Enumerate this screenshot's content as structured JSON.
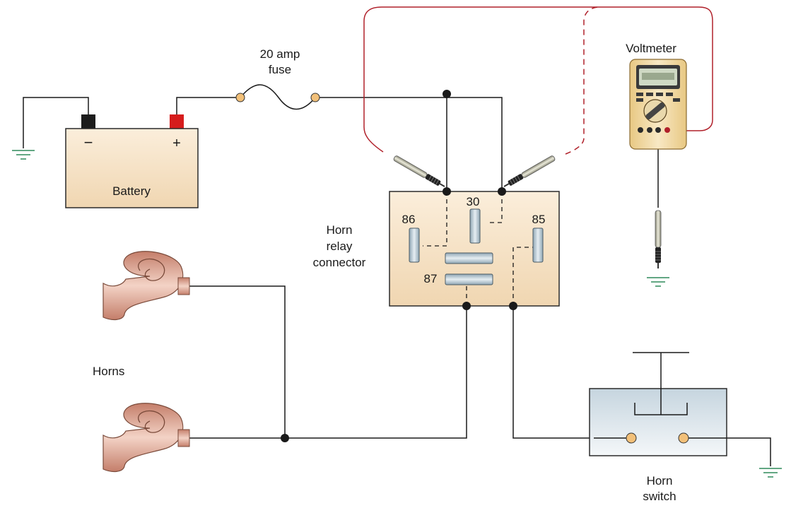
{
  "labels": {
    "fuse_line1": "20 amp",
    "fuse_line2": "fuse",
    "battery": "Battery",
    "battery_neg": "−",
    "battery_pos": "+",
    "voltmeter": "Voltmeter",
    "relay_line1": "Horn",
    "relay_line2": "relay",
    "relay_line3": "connector",
    "horns": "Horns",
    "switch_line1": "Horn",
    "switch_line2": "switch"
  },
  "relay_terminals": {
    "t30": "30",
    "t85": "85",
    "t86": "86",
    "t87": "87"
  },
  "colors": {
    "wire": "#1a1a1a",
    "test_lead": "#b0202a",
    "battery_body": "#f5e3c4",
    "relay_body": "#f5e3c4",
    "switch_body": "#dfe8ef",
    "horn": "#d9a08c",
    "meter_body": "#f0d9a2"
  },
  "icons": {
    "ground": "ground-symbol-icon",
    "horn": "horn-icon",
    "voltmeter": "voltmeter-icon",
    "probe": "test-probe-icon",
    "fuse": "fuse-icon"
  }
}
